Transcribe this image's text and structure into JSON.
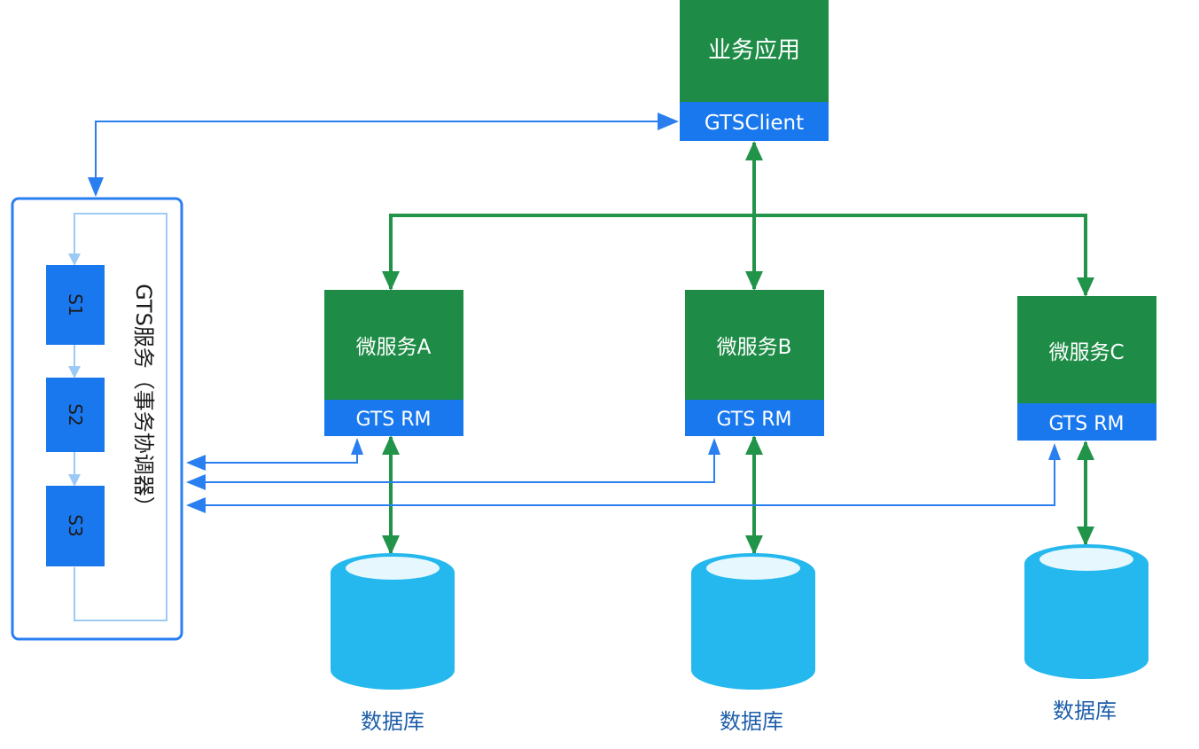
{
  "colors": {
    "green": "#1e8c46",
    "blue": "#1a78ee",
    "light_blue": "#9ccaf5",
    "arrow_blue": "#2a7ff0",
    "arrow_green": "#22944a",
    "db_cyan": "#24b8ee",
    "db_top": "#e6f8fd",
    "db_label": "#1f5faa"
  },
  "app": {
    "title": "业务应用",
    "client": "GTSClient"
  },
  "coordinator": {
    "label": "GTS服务（事务协调器）",
    "steps": [
      "S1",
      "S2",
      "S3"
    ]
  },
  "services": [
    {
      "name": "微服务A",
      "rm": "GTS RM",
      "db": "数据库"
    },
    {
      "name": "微服务B",
      "rm": "GTS RM",
      "db": "数据库"
    },
    {
      "name": "微服务C",
      "rm": "GTS RM",
      "db": "数据库"
    }
  ]
}
